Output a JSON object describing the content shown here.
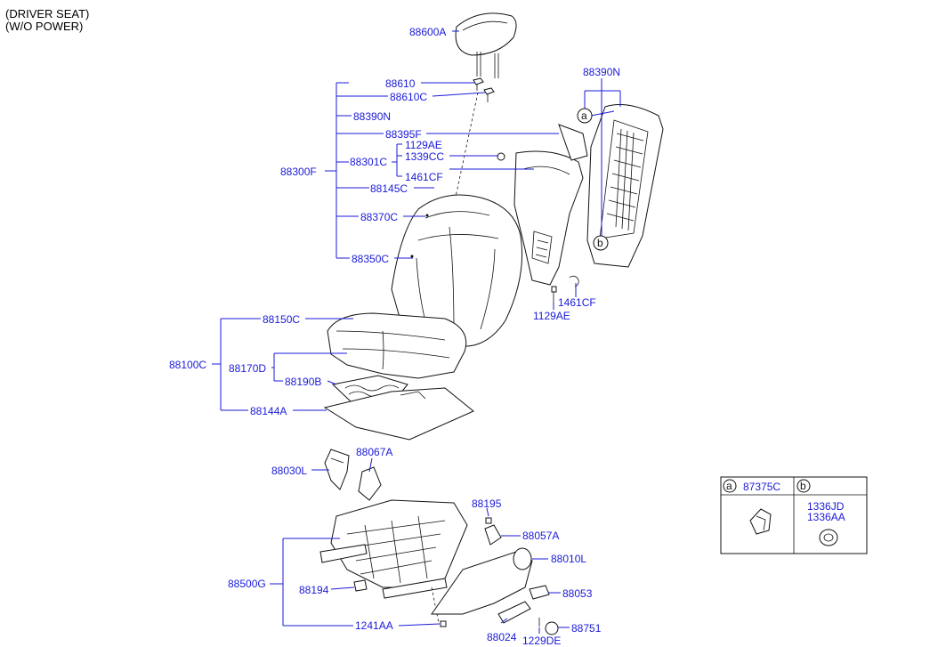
{
  "header": {
    "line1": "(DRIVER SEAT)",
    "line2": "(W/O POWER)"
  },
  "callouts": {
    "p88600A": "88600A",
    "p88610": "88610",
    "p88610C": "88610C",
    "p88390N_a": "88390N",
    "p88395F": "88395F",
    "p1129AE_a": "1129AE",
    "p1339CC": "1339CC",
    "p88301C": "88301C",
    "p88300F": "88300F",
    "p1461CF_a": "1461CF",
    "p88145C": "88145C",
    "p88370C": "88370C",
    "p88350C": "88350C",
    "p88390N_b": "88390N",
    "p1461CF_b": "1461CF",
    "p1129AE_b": "1129AE",
    "p88150C": "88150C",
    "p88100C": "88100C",
    "p88170D": "88170D",
    "p88190B": "88190B",
    "p88144A": "88144A",
    "p88067A": "88067A",
    "p88030L": "88030L",
    "p88195": "88195",
    "p88057A": "88057A",
    "p88010L": "88010L",
    "p88500G": "88500G",
    "p88194": "88194",
    "p88053": "88053",
    "p1241AA": "1241AA",
    "p88024": "88024",
    "p88751": "88751",
    "p1229DE": "1229DE"
  },
  "markers": {
    "a": "a",
    "b": "b"
  },
  "legend": {
    "a_letter": "a",
    "a_part": "87375C",
    "b_letter": "b",
    "b_part_1": "1336JD",
    "b_part_2": "1336AA"
  }
}
